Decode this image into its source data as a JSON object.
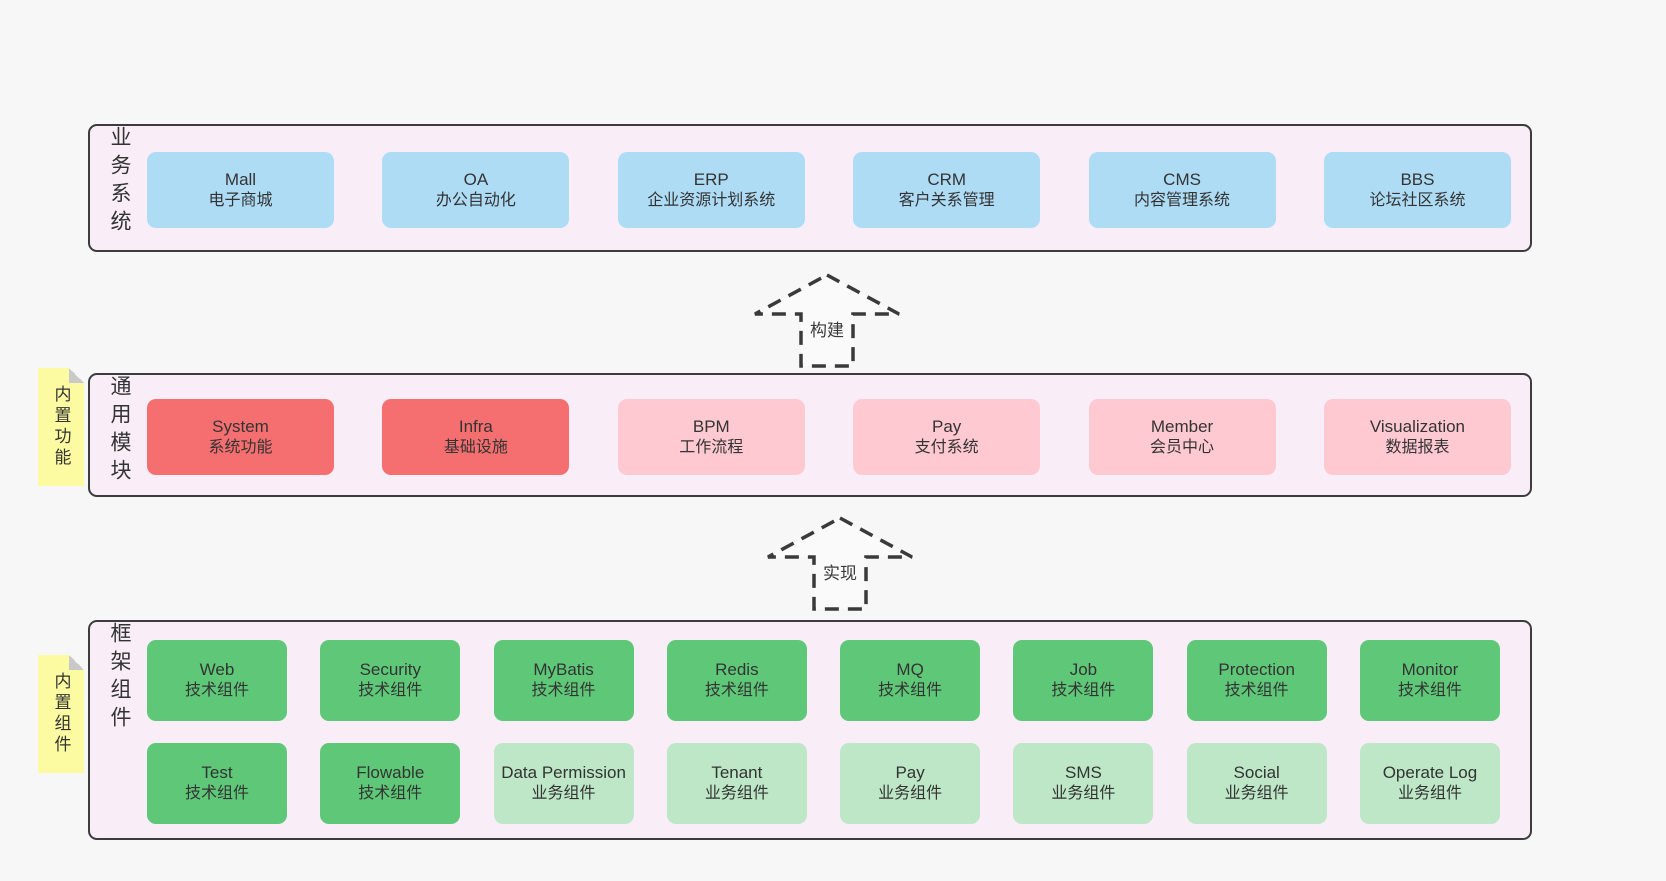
{
  "colors": {
    "page_bg": "#f7f7f7",
    "band_bg": "#f9eef8",
    "band_border": "#3c3c3c",
    "blue": "#aedcf5",
    "red": "#f56f70",
    "pink": "#ffc9d2",
    "green": "#5fc878",
    "green_light": "#bde7c6",
    "sticky_yellow": "#fdfba2",
    "text": "#333333"
  },
  "bands": [
    {
      "label": "业务系统",
      "boxes": [
        {
          "name": "Mall",
          "desc": "电子商城"
        },
        {
          "name": "OA",
          "desc": "办公自动化"
        },
        {
          "name": "ERP",
          "desc": "企业资源计划系统"
        },
        {
          "name": "CRM",
          "desc": "客户关系管理"
        },
        {
          "name": "CMS",
          "desc": "内容管理系统"
        },
        {
          "name": "BBS",
          "desc": "论坛社区系统"
        }
      ]
    },
    {
      "label": "通用模块",
      "sticky": "内置功能",
      "boxes": [
        {
          "name": "System",
          "desc": "系统功能"
        },
        {
          "name": "Infra",
          "desc": "基础设施"
        },
        {
          "name": "BPM",
          "desc": "工作流程"
        },
        {
          "name": "Pay",
          "desc": "支付系统"
        },
        {
          "name": "Member",
          "desc": "会员中心"
        },
        {
          "name": "Visualization",
          "desc": "数据报表"
        }
      ]
    },
    {
      "label": "框架组件",
      "sticky": "内置组件",
      "row1": [
        {
          "name": "Web",
          "desc": "技术组件"
        },
        {
          "name": "Security",
          "desc": "技术组件"
        },
        {
          "name": "MyBatis",
          "desc": "技术组件"
        },
        {
          "name": "Redis",
          "desc": "技术组件"
        },
        {
          "name": "MQ",
          "desc": "技术组件"
        },
        {
          "name": "Job",
          "desc": "技术组件"
        },
        {
          "name": "Protection",
          "desc": "技术组件"
        },
        {
          "name": "Monitor",
          "desc": "技术组件"
        }
      ],
      "row2": [
        {
          "name": "Test",
          "desc": "技术组件"
        },
        {
          "name": "Flowable",
          "desc": "技术组件"
        },
        {
          "name": "Data Permission",
          "desc": "业务组件"
        },
        {
          "name": "Tenant",
          "desc": "业务组件"
        },
        {
          "name": "Pay",
          "desc": "业务组件"
        },
        {
          "name": "SMS",
          "desc": "业务组件"
        },
        {
          "name": "Social",
          "desc": "业务组件"
        },
        {
          "name": "Operate Log",
          "desc": "业务组件"
        }
      ]
    }
  ],
  "arrows": [
    {
      "label": "构建"
    },
    {
      "label": "实现"
    }
  ]
}
